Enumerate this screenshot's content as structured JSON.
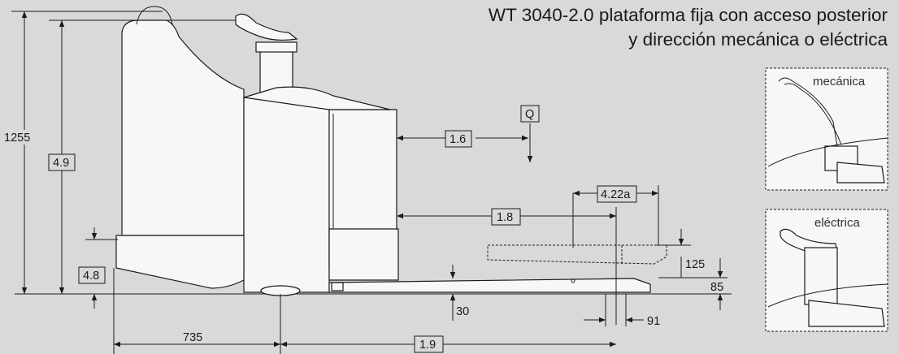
{
  "title": {
    "line1": "WT 3040-2.0 plataforma fija con acceso posterior",
    "line2": "y dirección mecánica o eléctrica"
  },
  "dimensions": {
    "total_height": "1255",
    "height_box": "4.9",
    "platform_height": "4.8",
    "wheelbase": "735",
    "load_distance": "1.6",
    "load_marker": "Q",
    "fork_tip": "4.22a",
    "fork_length": "1.8",
    "lift": "125",
    "fork_height": "85",
    "clearance": "30",
    "fork_width": "91",
    "length_to_fork": "1.9"
  },
  "insets": {
    "mechanical": "mecánica",
    "electric": "eléctrica"
  }
}
